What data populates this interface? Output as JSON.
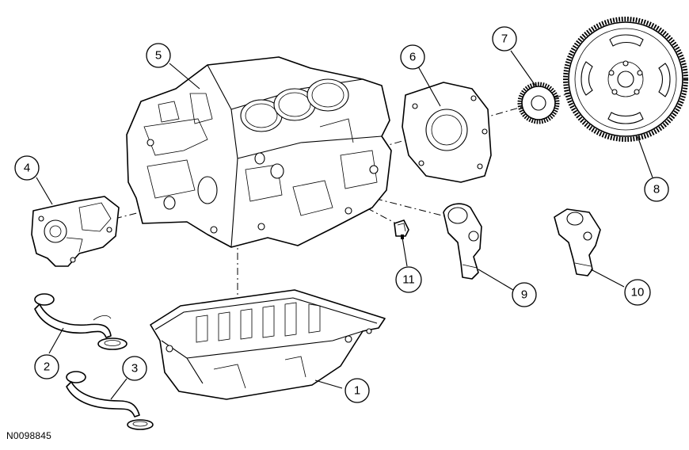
{
  "figure_code": "N0098845",
  "callouts": {
    "c1": "1",
    "c2": "2",
    "c3": "3",
    "c4": "4",
    "c5": "5",
    "c6": "6",
    "c7": "7",
    "c8": "8",
    "c9": "9",
    "c10": "10",
    "c11": "11"
  }
}
